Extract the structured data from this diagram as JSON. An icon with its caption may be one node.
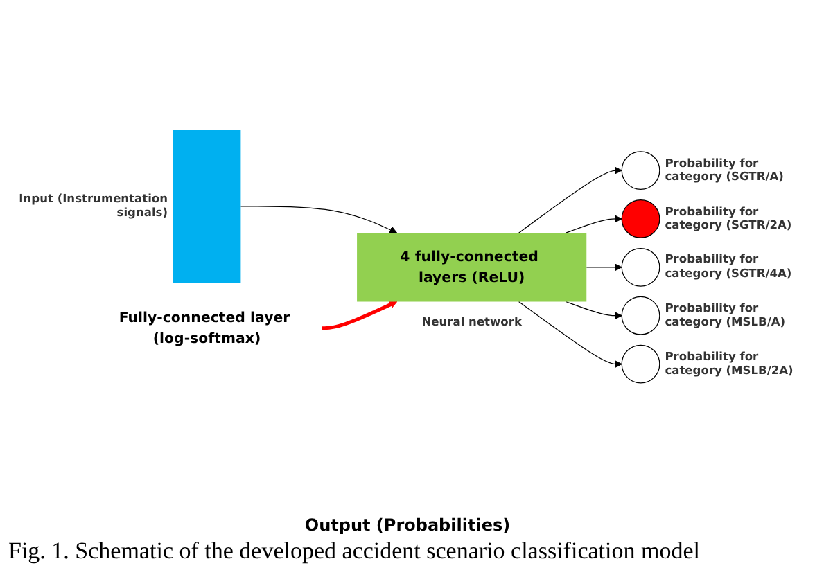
{
  "diagram": {
    "caption": "Fig. 1. Schematic of the developed accident scenario classification model",
    "nodes": [
      {
        "text": [],
        "shape": "bar",
        "beside": [
          "Input (Instrumentation signals)"
        ]
      },
      {
        "text": [
          "4 fully-connected layers (ReLU)"
        ],
        "beside": [
          "Neural network"
        ]
      },
      {
        "text": [],
        "shape": "circle",
        "beside": [
          "Probability for category (SGTR/A)"
        ]
      },
      {
        "text": [],
        "shape": "circle",
        "beside": [
          "Probability for category (SGTR/2A)"
        ]
      },
      {
        "text": [],
        "shape": "circle",
        "beside": [
          "Probability for category (SGTR/4A)"
        ]
      },
      {
        "text": [],
        "shape": "circle",
        "beside": [
          "Probability for category (MSLB/A)"
        ]
      },
      {
        "text": [],
        "shape": "circle",
        "beside": [
          "Probability for category (MSLB/2A)"
        ]
      },
      {
        "text": [
          "Fully-connected layer (log-softmax)"
        ]
      }
    ],
    "edges": [
      {
        "from": 0,
        "to": 1,
        "arrow": "to"
      },
      {
        "from": 1,
        "to": 2,
        "arrow": "to"
      },
      {
        "from": 1,
        "to": 3,
        "arrow": "to"
      },
      {
        "from": 1,
        "to": 4,
        "arrow": "to"
      },
      {
        "from": 1,
        "to": 5,
        "arrow": "to"
      },
      {
        "from": 1,
        "to": 6,
        "arrow": "to"
      },
      {
        "from": 7,
        "to": 1,
        "arrow": "to",
        "style": "thick",
        "color": "#ff0000"
      }
    ],
    "labels": [
      "Output (Probabilities)"
    ]
  }
}
